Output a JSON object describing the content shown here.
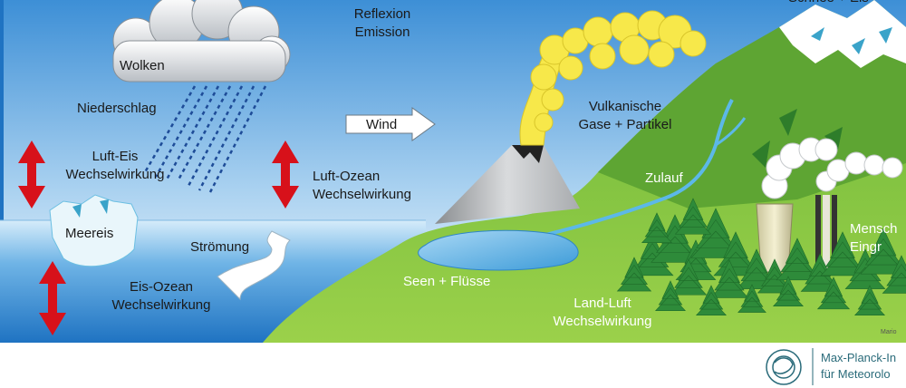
{
  "labels": {
    "radiation": "Reflexion\nEmission",
    "snow": "Schnee + Eis",
    "clouds": "Wolken",
    "precipitation": "Niederschlag",
    "air_ice": "Luft-Eis\nWechselwirkung",
    "air_ocean": "Luft-Ozean\nWechselwirkung",
    "wind": "Wind",
    "volcanic": "Vulkanische\nGase + Partikel",
    "runoff": "Zulauf",
    "human": "Mensch\nEingr",
    "sea_ice": "Meereis",
    "current": "Strömung",
    "ice_ocean": "Eis-Ozean\nWechselwirkung",
    "lakes": "Seen + Flüsse",
    "land_air": "Land-Luft\nWechselwirkung",
    "credit": "Mario"
  },
  "footer": {
    "line1": "Max-Planck-In",
    "line2": "für Meteorolo"
  },
  "colors": {
    "sky_top": "#3d8fd6",
    "sky_bottom": "#ffffff",
    "ocean": "#2f8ad0",
    "land": "#8cc63f",
    "forest": "#2e8b3a",
    "arrow_red": "#d7111a",
    "plume_yellow": "#f7e84a",
    "mpi_teal": "#2a6b7a"
  }
}
